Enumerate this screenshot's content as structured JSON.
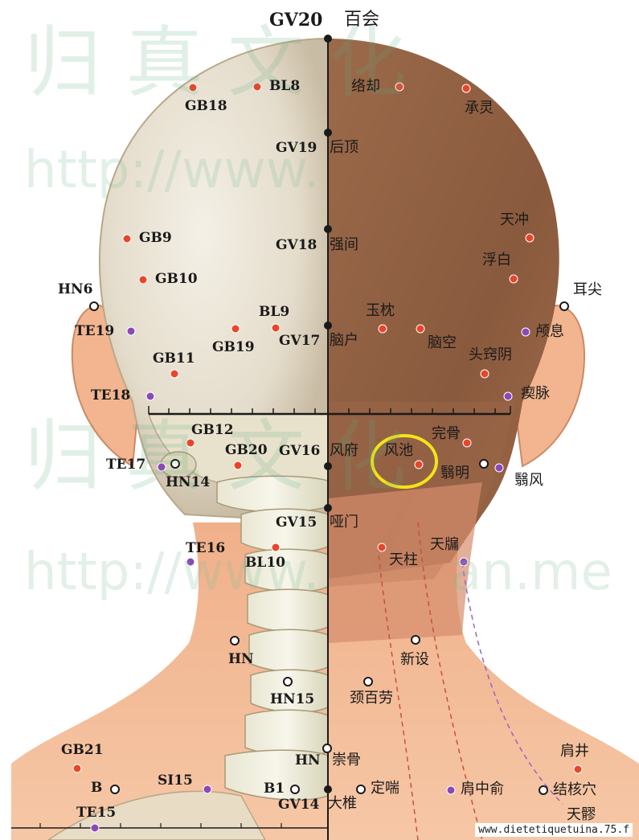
{
  "top": {
    "code": "GV20",
    "name": "百会"
  },
  "points_left": [
    {
      "id": "gb18",
      "label": "GB18"
    },
    {
      "id": "bl8",
      "label": "BL8"
    },
    {
      "id": "gb9",
      "label": "GB9"
    },
    {
      "id": "gb10",
      "label": "GB10"
    },
    {
      "id": "hn6",
      "label": "HN6"
    },
    {
      "id": "te19",
      "label": "TE19"
    },
    {
      "id": "bl9",
      "label": "BL9"
    },
    {
      "id": "gb19",
      "label": "GB19"
    },
    {
      "id": "gb11",
      "label": "GB11"
    },
    {
      "id": "te18",
      "label": "TE18"
    },
    {
      "id": "gb12",
      "label": "GB12"
    },
    {
      "id": "gb20",
      "label": "GB20"
    },
    {
      "id": "te17",
      "label": "TE17"
    },
    {
      "id": "hn14",
      "label": "HN14"
    },
    {
      "id": "te16",
      "label": "TE16"
    },
    {
      "id": "bl10",
      "label": "BL10"
    },
    {
      "id": "hn",
      "label": "HN"
    },
    {
      "id": "hn15",
      "label": "HN15"
    },
    {
      "id": "hn2",
      "label": "HN"
    },
    {
      "id": "gb21",
      "label": "GB21"
    },
    {
      "id": "b",
      "label": "B"
    },
    {
      "id": "si15",
      "label": "SI15"
    },
    {
      "id": "b1",
      "label": "B1"
    },
    {
      "id": "te15",
      "label": "TE15"
    }
  ],
  "midline": [
    {
      "id": "gv19",
      "code": "GV19",
      "name": "后顶"
    },
    {
      "id": "gv18",
      "code": "GV18",
      "name": "强间"
    },
    {
      "id": "gv17",
      "code": "GV17",
      "name": "脑户"
    },
    {
      "id": "gv16",
      "code": "GV16",
      "name": "风府"
    },
    {
      "id": "gv15",
      "code": "GV15",
      "name": "哑门"
    },
    {
      "id": "gv14",
      "code": "GV14",
      "name": "大椎"
    }
  ],
  "points_right": [
    {
      "id": "luoque",
      "label": "络却"
    },
    {
      "id": "chengling",
      "label": "承灵"
    },
    {
      "id": "tianchong",
      "label": "天冲"
    },
    {
      "id": "fubai",
      "label": "浮白"
    },
    {
      "id": "erjian",
      "label": "耳尖"
    },
    {
      "id": "yuzhen",
      "label": "玉枕"
    },
    {
      "id": "naokong",
      "label": "脑空"
    },
    {
      "id": "luxi",
      "label": "颅息"
    },
    {
      "id": "touqiaoyin",
      "label": "头窍阴"
    },
    {
      "id": "chimai",
      "label": "瘈脉"
    },
    {
      "id": "wangu",
      "label": "完骨"
    },
    {
      "id": "fengchi",
      "label": "风池"
    },
    {
      "id": "yiming",
      "label": "翳明"
    },
    {
      "id": "yifeng",
      "label": "翳风"
    },
    {
      "id": "tianyou",
      "label": "天牖"
    },
    {
      "id": "tianzhu",
      "label": "天柱"
    },
    {
      "id": "xinshe",
      "label": "新设"
    },
    {
      "id": "jingbailao",
      "label": "颈百劳"
    },
    {
      "id": "chonggu",
      "label": "崇骨"
    },
    {
      "id": "jianjing",
      "label": "肩井"
    },
    {
      "id": "dingchuan",
      "label": "定喘"
    },
    {
      "id": "jianzhongshu",
      "label": "肩中俞"
    },
    {
      "id": "jiehexue",
      "label": "结核穴"
    },
    {
      "id": "tianliao",
      "label": "天髎"
    }
  ],
  "watermark": {
    "url": "http://www.",
    "suffix": "an.me",
    "brand": "归 真 文 化"
  },
  "credit": "www.dietetiquetuina.75.f",
  "colors": {
    "yang_point": "#e8462a",
    "extra_point": "#8a49b8",
    "highlight": "#f2e41a",
    "line": "#1a1a1a"
  }
}
